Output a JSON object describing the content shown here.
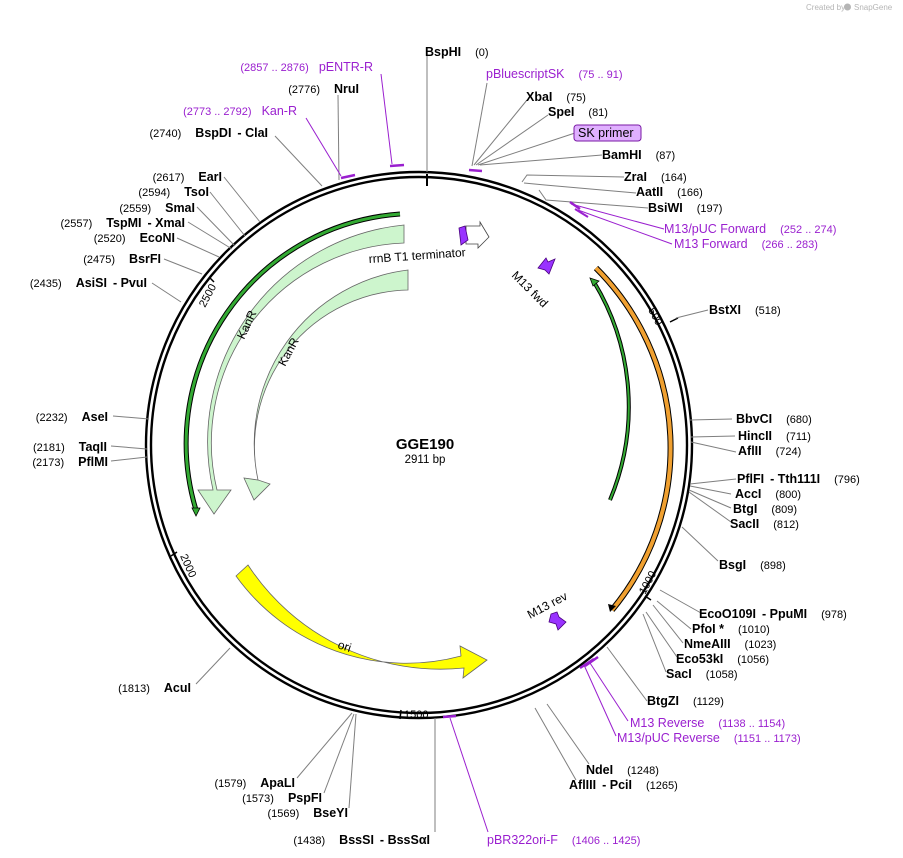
{
  "app": {
    "watermark_text": "Created by",
    "watermark_brand": "SnapGene"
  },
  "plasmid": {
    "name": "GGE190",
    "length_label": "2911 bp"
  },
  "ruler_ticks": [
    "500",
    "1000",
    "1500",
    "2000",
    "2500"
  ],
  "features": [
    {
      "label": "KanR",
      "color": "#cdf5cd"
    },
    {
      "label": "KanR",
      "color": "#cdf5cd"
    },
    {
      "label": "ori",
      "color": "#ffff00"
    },
    {
      "label": "rrnB T1 terminator",
      "color": "#ffffff"
    },
    {
      "label": "M13 fwd",
      "color": "#9933ff"
    },
    {
      "label": "M13 rev",
      "color": "#9933ff"
    }
  ],
  "sites": [
    {
      "name": "BspHI",
      "pos": "(0)"
    },
    {
      "name": "XbaI",
      "pos": "(75)"
    },
    {
      "name": "SpeI",
      "pos": "(81)"
    },
    {
      "name": "BamHI",
      "pos": "(87)"
    },
    {
      "name": "ZraI",
      "pos": "(164)"
    },
    {
      "name": "AatII",
      "pos": "(166)"
    },
    {
      "name": "BsiWI",
      "pos": "(197)"
    },
    {
      "name": "BstXI",
      "pos": "(518)"
    },
    {
      "name": "BbvCI",
      "pos": "(680)"
    },
    {
      "name": "HincII",
      "pos": "(711)"
    },
    {
      "name": "AflII",
      "pos": "(724)"
    },
    {
      "name": "PflFI",
      "name2": "Tth111I",
      "pos": "(796)"
    },
    {
      "name": "AccI",
      "pos": "(800)"
    },
    {
      "name": "BtgI",
      "pos": "(809)"
    },
    {
      "name": "SacII",
      "pos": "(812)"
    },
    {
      "name": "BsgI",
      "pos": "(898)"
    },
    {
      "name": "EcoO109I",
      "name2": "PpuMI",
      "pos": "(978)"
    },
    {
      "name": "PfoI *",
      "pos": "(1010)"
    },
    {
      "name": "NmeAIII",
      "pos": "(1023)"
    },
    {
      "name": "Eco53kI",
      "pos": "(1056)"
    },
    {
      "name": "SacI",
      "pos": "(1058)"
    },
    {
      "name": "BtgZI",
      "pos": "(1129)"
    },
    {
      "name": "NdeI",
      "pos": "(1248)"
    },
    {
      "name": "AflIII",
      "name2": "PciI",
      "pos": "(1265)"
    },
    {
      "name": "BssSI",
      "name2": "BssSαI",
      "pos": "(1438)"
    },
    {
      "name": "BseYI",
      "pos": "(1569)"
    },
    {
      "name": "PspFI",
      "pos": "(1573)"
    },
    {
      "name": "ApaLI",
      "pos": "(1579)"
    },
    {
      "name": "AcuI",
      "pos": "(1813)"
    },
    {
      "name": "PflMI",
      "pos": "(2173)"
    },
    {
      "name": "TaqII",
      "pos": "(2181)"
    },
    {
      "name": "AseI",
      "pos": "(2232)"
    },
    {
      "name": "AsiSI",
      "name2": "PvuI",
      "pos": "(2435)"
    },
    {
      "name": "BsrFI",
      "pos": "(2475)"
    },
    {
      "name": "EcoNI",
      "pos": "(2520)"
    },
    {
      "name": "TspMI",
      "name2": "XmaI",
      "pos": "(2557)"
    },
    {
      "name": "SmaI",
      "pos": "(2559)"
    },
    {
      "name": "TsoI",
      "pos": "(2594)"
    },
    {
      "name": "EarI",
      "pos": "(2617)"
    },
    {
      "name": "BspDI",
      "name2": "ClaI",
      "pos": "(2740)"
    },
    {
      "name": "NruI",
      "pos": "(2776)"
    }
  ],
  "primers": [
    {
      "name": "pBluescriptSK",
      "range": "(75 .. 91)"
    },
    {
      "name": "SK primer",
      "range": ""
    },
    {
      "name": "M13/pUC Forward",
      "range": "(252 .. 274)"
    },
    {
      "name": "M13 Forward",
      "range": "(266 .. 283)"
    },
    {
      "name": "M13 Reverse",
      "range": "(1138 .. 1154)"
    },
    {
      "name": "M13/pUC Reverse",
      "range": "(1151 .. 1173)"
    },
    {
      "name": "pBR322ori-F",
      "range": "(1406 .. 1425)"
    },
    {
      "name": "Kan-R",
      "range": "(2773 .. 2792)"
    },
    {
      "name": "pENTR-R",
      "range": "(2857 .. 2876)"
    }
  ],
  "colors": {
    "primer": "#9a1fcf",
    "primer_box": "#e0b0ff",
    "orange_arc": "#f0a030",
    "green_arc": "#33aa33",
    "backbone": "#000000"
  }
}
